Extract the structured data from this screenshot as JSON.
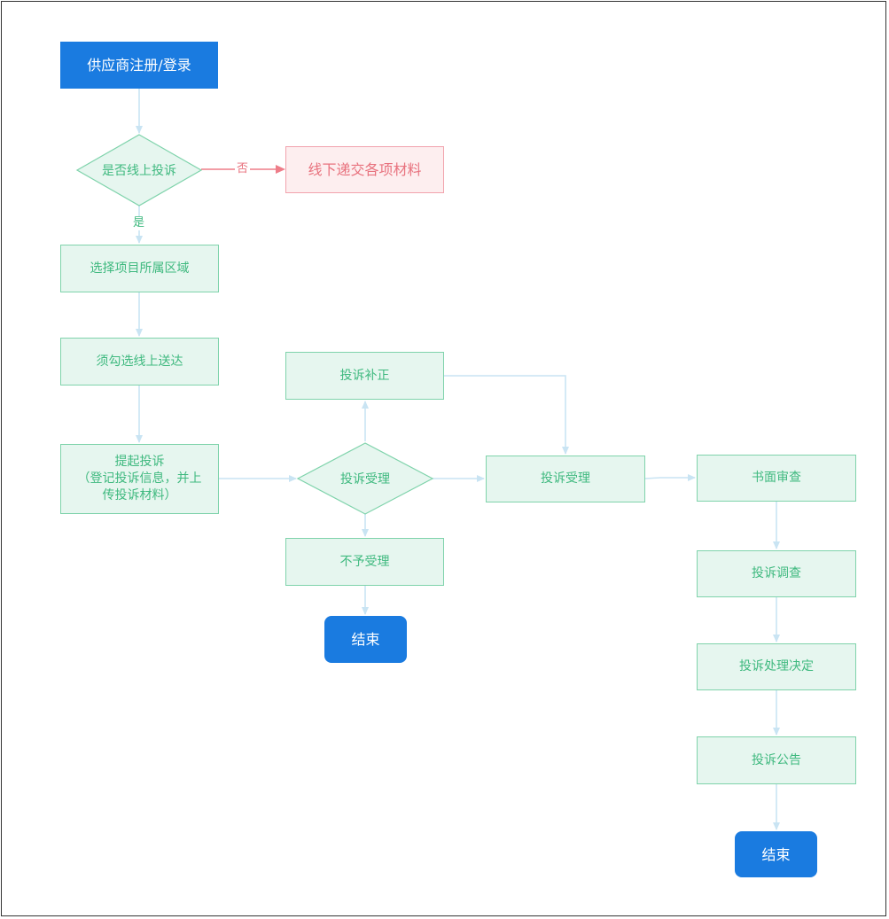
{
  "colors": {
    "node_fill": "#e6f6ef",
    "node_border": "#7fd3ab",
    "node_text": "#3fb97f",
    "edge": "#c9e4f3",
    "terminal": "#1a7be0",
    "negative_fill": "#fdeeef",
    "negative_border": "#f2a3ad",
    "negative_text": "#e8727e"
  },
  "nodes": {
    "start": "供应商注册/登录",
    "decision_online": "是否线上投诉",
    "offline_materials": "线下递交各项材料",
    "select_region": "选择项目所属区域",
    "select_online": "须勾选线上送达",
    "submit_line1": "提起投诉",
    "submit_line2": "（登记投诉信息，并上",
    "submit_line3": "传投诉材料）",
    "decision_accept": "投诉受理",
    "supplement": "投诉补正",
    "reject": "不予受理",
    "end_left": "结束",
    "accepted": "投诉受理",
    "written_review": "书面审查",
    "investigation": "投诉调查",
    "decision": "投诉处理决定",
    "announcement": "投诉公告",
    "end_right": "结束"
  },
  "edge_labels": {
    "no": "否",
    "yes": "是"
  }
}
